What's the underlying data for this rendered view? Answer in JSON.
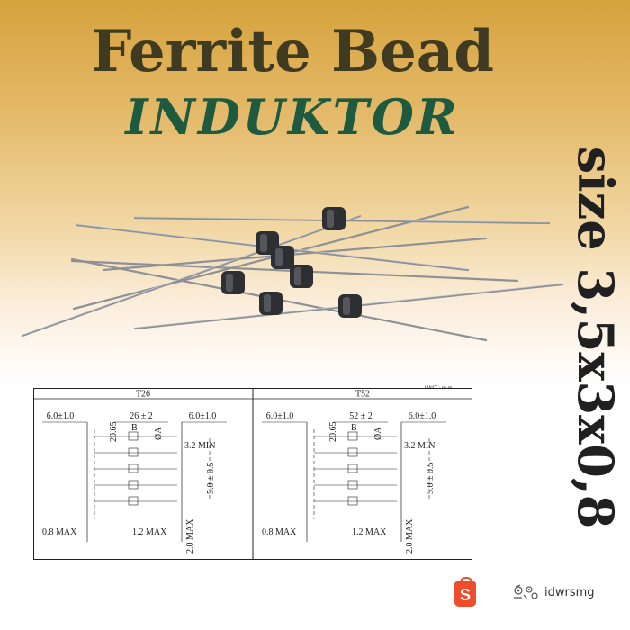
{
  "title": "Ferrite Bead",
  "subtitle": "INDUKTOR",
  "side_text": "size 3,5x3x0,8",
  "diagram": {
    "unit": "UNIT : m m",
    "panels": [
      {
        "name": "T26",
        "left_dim": "6.0±1.0",
        "pitch": "26 ± 2",
        "right_dim": "6.0±1.0",
        "small_dim": "20.65",
        "label_b": "B",
        "label_a": "ØA",
        "min_dim": "3.2 MIN",
        "spacing": "5.0 ± 0.5",
        "bottom_left": "0.8 MAX",
        "bottom_mid": "1.2 MAX",
        "bottom_right": "2.0 MAX"
      },
      {
        "name": "T52",
        "left_dim": "6.0±1.0",
        "pitch": "52 ± 2",
        "right_dim": "6.0±1.0",
        "small_dim": "20.65",
        "label_b": "B",
        "label_a": "ØA",
        "min_dim": "3.2 MIN",
        "spacing": "5.0 ± 0.5",
        "bottom_left": "0.8 MAX",
        "bottom_mid": "1.2 MAX",
        "bottom_right": "2.0 MAX"
      }
    ]
  },
  "footer": {
    "shop_icon": "shopee-bag-icon",
    "shop_letter": "S",
    "store_logo_icon": "store-logo-icon",
    "username": "idwrsmg"
  },
  "colors": {
    "title": "#3f3b22",
    "subtitle": "#1d5a3f",
    "brand": "#ee4d2d",
    "bg_top": "#d6a23c"
  }
}
